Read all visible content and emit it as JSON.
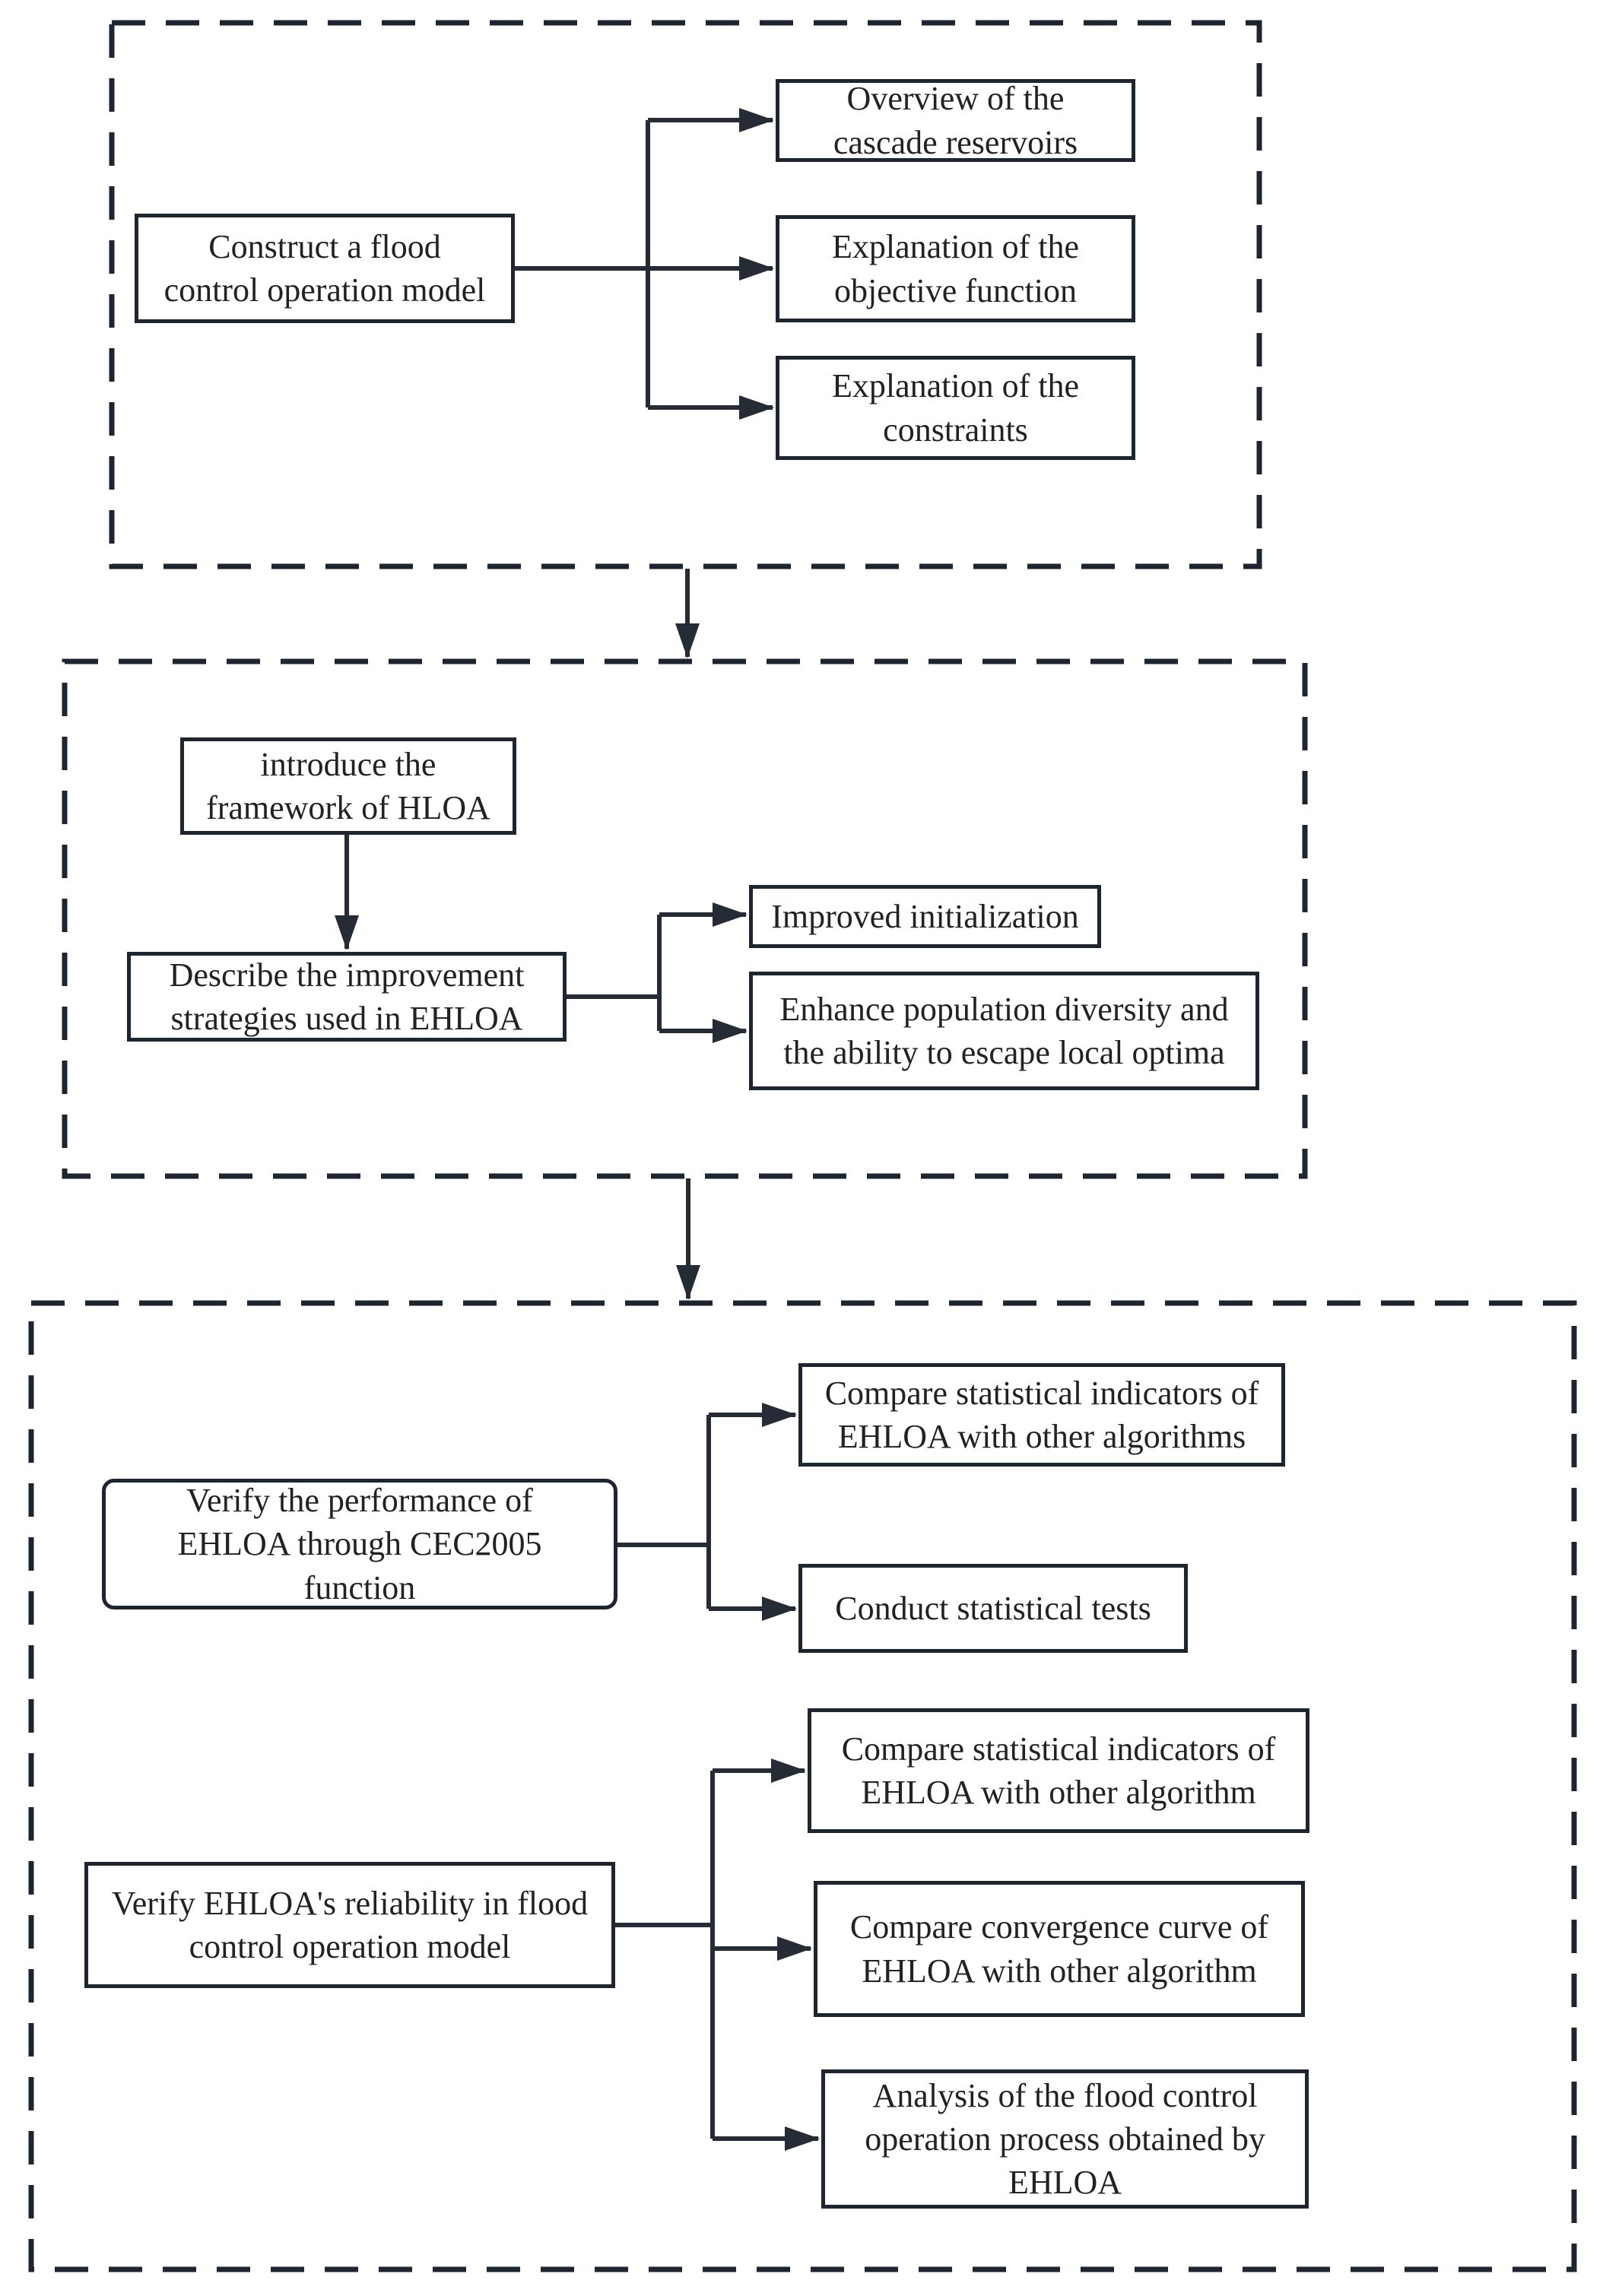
{
  "colors": {
    "border": "#1d2530",
    "line": "#262c36",
    "text": "#222222",
    "background": "#ffffff"
  },
  "boxes": {
    "construct": {
      "lines": [
        "Construct a flood",
        "control operation model"
      ]
    },
    "overview": {
      "lines": [
        "Overview of the",
        "cascade reservoirs"
      ]
    },
    "objective": {
      "lines": [
        "Explanation of the",
        "objective function"
      ]
    },
    "constraints": {
      "lines": [
        "Explanation of the",
        "constraints"
      ]
    },
    "introduce": {
      "lines": [
        "introduce the",
        "framework of HLOA"
      ]
    },
    "describe": {
      "lines": [
        "Describe the improvement",
        "strategies used in EHLOA"
      ]
    },
    "improved": {
      "lines": [
        "Improved initialization"
      ]
    },
    "enhance": {
      "lines": [
        "Enhance population diversity and",
        "the ability to escape local optima"
      ]
    },
    "verify_cec": {
      "lines": [
        "Verify the performance of",
        "EHLOA through CEC2005",
        "function"
      ]
    },
    "compare_indicators_cec": {
      "lines": [
        "Compare statistical indicators of",
        "EHLOA with other algorithms"
      ]
    },
    "conduct_tests": {
      "lines": [
        "Conduct statistical tests"
      ]
    },
    "verify_reliability": {
      "lines": [
        "Verify EHLOA's reliability in flood",
        "control operation model"
      ]
    },
    "compare_indicators_flood": {
      "lines": [
        "Compare statistical indicators of",
        "EHLOA with other algorithm"
      ]
    },
    "compare_convergence": {
      "lines": [
        "Compare convergence curve of",
        "EHLOA with other algorithm"
      ]
    },
    "analysis_process": {
      "lines": [
        "Analysis of the flood control",
        "operation process obtained by",
        "EHLOA"
      ]
    }
  }
}
